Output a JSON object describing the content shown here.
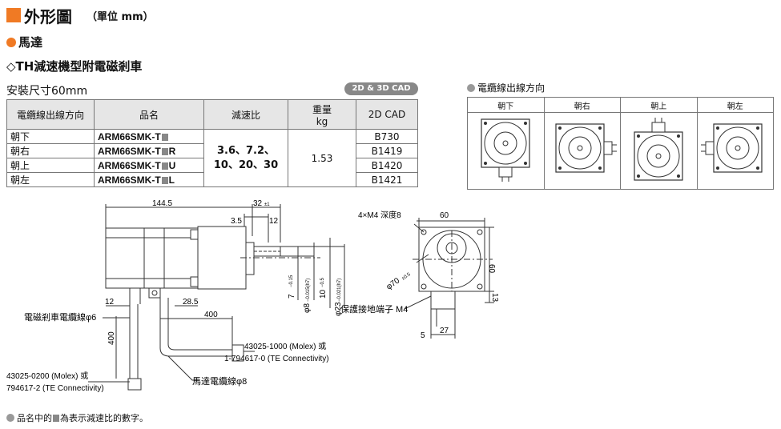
{
  "header": {
    "title": "外形圖",
    "unit": "（單位 mm）"
  },
  "section": {
    "title": "馬達"
  },
  "subsection": {
    "title": "◇TH減速機型附電磁剎車"
  },
  "size_label": "安裝尺寸60mm",
  "cad_badge": "2D & 3D CAD",
  "table": {
    "headers": {
      "direction": "電纜線出線方向",
      "name": "品名",
      "ratio": "減速比",
      "weight": "重量",
      "weight_unit": "kg",
      "cad": "2D CAD"
    },
    "rows": [
      {
        "direction": "朝下",
        "prefix": "ARM66SMK-T",
        "suffix": "",
        "cad": "B730"
      },
      {
        "direction": "朝右",
        "prefix": "ARM66SMK-T",
        "suffix": "R",
        "cad": "B1419"
      },
      {
        "direction": "朝上",
        "prefix": "ARM66SMK-T",
        "suffix": "U",
        "cad": "B1420"
      },
      {
        "direction": "朝左",
        "prefix": "ARM66SMK-T",
        "suffix": "L",
        "cad": "B1421"
      }
    ],
    "ratio_line1": "3.6、7.2、",
    "ratio_line2": "10、20、30",
    "weight": "1.53"
  },
  "cable_dir": {
    "title": "電纜線出線方向",
    "labels": [
      "朝下",
      "朝右",
      "朝上",
      "朝左"
    ]
  },
  "drawing": {
    "dim_total": "144.5",
    "dim_32": "32",
    "dim_32_tol": "±1",
    "dim_3_5": "3.5",
    "dim_12_top": "12",
    "dim_7": "7",
    "dim_7_tol": "−0.15",
    "dim_shaft": "φ8",
    "dim_shaft_tol": "−0.015(h7)",
    "dim_10": "10",
    "dim_10_tol": "−0.5",
    "dim_pilot": "φ23",
    "dim_pilot_tol": "−0.021(h7)",
    "dim_12_left": "12",
    "dim_28_5": "28.5",
    "dim_400_h": "400",
    "dim_400_v": "400",
    "brake_cable": "電磁剎車電纜線φ6",
    "brake_conn_1": "43025-0200 (Molex) 或",
    "brake_conn_2": "794617-2 (TE Connectivity)",
    "motor_conn_1": "43025-1000 (Molex) 或",
    "motor_conn_2": "1-794617-0 (TE Connectivity)",
    "motor_cable": "馬達電纜線φ8",
    "holes": "4×M4 深度8",
    "dim_60_top": "60",
    "dim_60_side": "60",
    "dim_pcd": "φ70",
    "dim_pcd_tol": "±0.5",
    "dim_13": "13",
    "ground": "保護接地端子 M4",
    "dim_5": "5",
    "dim_27": "27"
  },
  "footnote": {
    "prefix": "品名中的",
    "suffix": "為表示減速比的數字。"
  }
}
